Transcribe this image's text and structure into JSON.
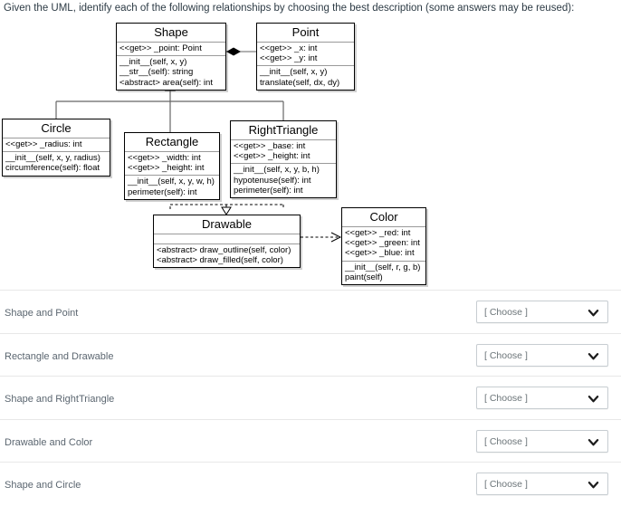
{
  "prompt": "Given the UML, identify each of the following relationships by choosing the best description (some answers may be reused):",
  "diagram": {
    "classes": {
      "shape": {
        "name": "Shape",
        "attributes": [
          "<<get>> _point: Point"
        ],
        "methods": [
          "__init__(self, x, y)",
          "__str__(self): string",
          "<abstract> area(self): int"
        ]
      },
      "point": {
        "name": "Point",
        "attributes": [
          "<<get>> _x: int",
          "<<get>> _y: int"
        ],
        "methods": [
          "__init__(self, x, y)",
          "translate(self, dx, dy)"
        ]
      },
      "circle": {
        "name": "Circle",
        "attributes": [
          "<<get>> _radius: int"
        ],
        "methods": [
          "__init__(self, x, y, radius)",
          "circumference(self): float"
        ]
      },
      "rectangle": {
        "name": "Rectangle",
        "attributes": [
          "<<get>> _width: int",
          "<<get>> _height: int"
        ],
        "methods": [
          "__init__(self, x, y, w, h)",
          "perimeter(self): int"
        ]
      },
      "righttriangle": {
        "name": "RightTriangle",
        "attributes": [
          "<<get>> _base: int",
          "<<get>> _height: int"
        ],
        "methods": [
          "__init__(self, x, y, b, h)",
          "hypotenuse(self): int",
          "perimeter(self): int"
        ]
      },
      "drawable": {
        "name": "Drawable",
        "attributes": [],
        "methods": [
          "<abstract> draw_outline(self, color)",
          "<abstract> draw_filled(self, color)"
        ]
      },
      "color": {
        "name": "Color",
        "attributes": [
          "<<get>> _red: int",
          "<<get>> _green: int",
          "<<get>> _blue: int"
        ],
        "methods": [
          "__init__(self, r, g, b)",
          "paint(self)"
        ]
      }
    },
    "relationships": [
      {
        "from": "Shape",
        "to": "Point",
        "type": "composition"
      },
      {
        "from": "Circle",
        "to": "Shape",
        "type": "inheritance"
      },
      {
        "from": "Rectangle",
        "to": "Shape",
        "type": "inheritance"
      },
      {
        "from": "RightTriangle",
        "to": "Shape",
        "type": "inheritance"
      },
      {
        "from": "Rectangle",
        "to": "Drawable",
        "type": "realization"
      },
      {
        "from": "RightTriangle",
        "to": "Drawable",
        "type": "realization"
      },
      {
        "from": "Drawable",
        "to": "Color",
        "type": "dependency"
      }
    ]
  },
  "questions": [
    {
      "label": "Shape and Point",
      "value": "[ Choose ]"
    },
    {
      "label": "Rectangle and Drawable",
      "value": "[ Choose ]"
    },
    {
      "label": "Shape and RightTriangle",
      "value": "[ Choose ]"
    },
    {
      "label": "Drawable and Color",
      "value": "[ Choose ]"
    },
    {
      "label": "Shape and Circle",
      "value": "[ Choose ]"
    }
  ],
  "colors": {
    "line": "#000000",
    "box_border": "#000000",
    "row_divider": "#e8e8e8",
    "select_border": "#c7cdd1",
    "label_text": "#5b6670",
    "placeholder_text": "#6b7478"
  }
}
